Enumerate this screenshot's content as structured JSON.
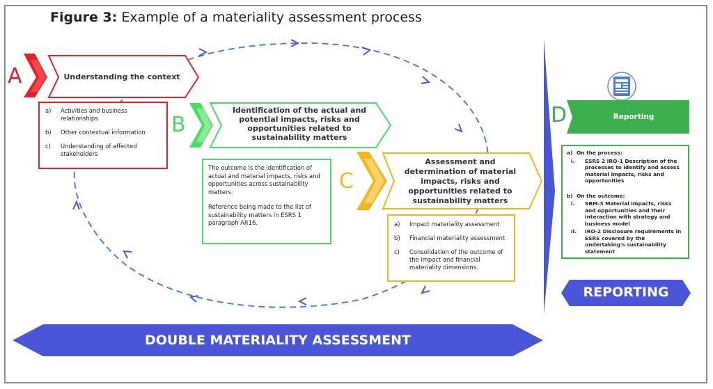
{
  "figure": {
    "label": "Figure 3:",
    "title": " Example of a materiality assessment process"
  },
  "colors": {
    "red": "#e3202a",
    "green": "#4cd964",
    "yellow": "#f2b51e",
    "blue": "#4a55d8",
    "dashed_blue": "#4a7fd4",
    "dark_green": "#3daf4f"
  },
  "step_a": {
    "letter": "A",
    "title": "Understanding the context",
    "items": [
      {
        "key": "a)",
        "text": "Activities and business relationships"
      },
      {
        "key": "b)",
        "text": "Other contextual information"
      },
      {
        "key": "c)",
        "text": "Understanding of affected stakeholders"
      }
    ]
  },
  "step_b": {
    "letter": "B",
    "title": "Identification of the actual and potential impacts, risks and opportunities related to sustainability matters",
    "outcome_1": "The outcome is the identification of actual and material impacts, risks and opportunities across sustainability matters.",
    "outcome_2": "Reference being made to the list of sustainability matters in ESRS 1 paragraph AR16."
  },
  "step_c": {
    "letter": "C",
    "title": "Assessment and determination of material impacts, risks and opportunities related to sustainability matters",
    "items": [
      {
        "key": "a)",
        "text": "Impact materiality assessment"
      },
      {
        "key": "b)",
        "text": "Financial materiality assessment"
      },
      {
        "key": "c)",
        "text": "Consolidation  of the outcome of the impact and financial materiality dimensions."
      }
    ]
  },
  "step_d": {
    "letter": "D",
    "title": "Reporting",
    "process_key": "a)",
    "process_label": "On the process:",
    "process_items": [
      {
        "key": "i.",
        "text": "ESRS 2 IRO-1 Description of the processes to identify and assess material impacts, risks and opportunities"
      }
    ],
    "outcome_key": "b)",
    "outcome_label": "On the outcome:",
    "outcome_items": [
      {
        "key": "i.",
        "text": "SBM-3 Material impacts, risks and opportunities and their interaction with strategy and business model"
      },
      {
        "key": "ii.",
        "text": "IRO-2 Disclosure requirements in ESRS covered by the undertaking's sustainability statement"
      }
    ],
    "icon": "report-document-icon"
  },
  "banners": {
    "reporting": "REPORTING",
    "double": "DOUBLE MATERIALITY ASSESSMENT"
  }
}
